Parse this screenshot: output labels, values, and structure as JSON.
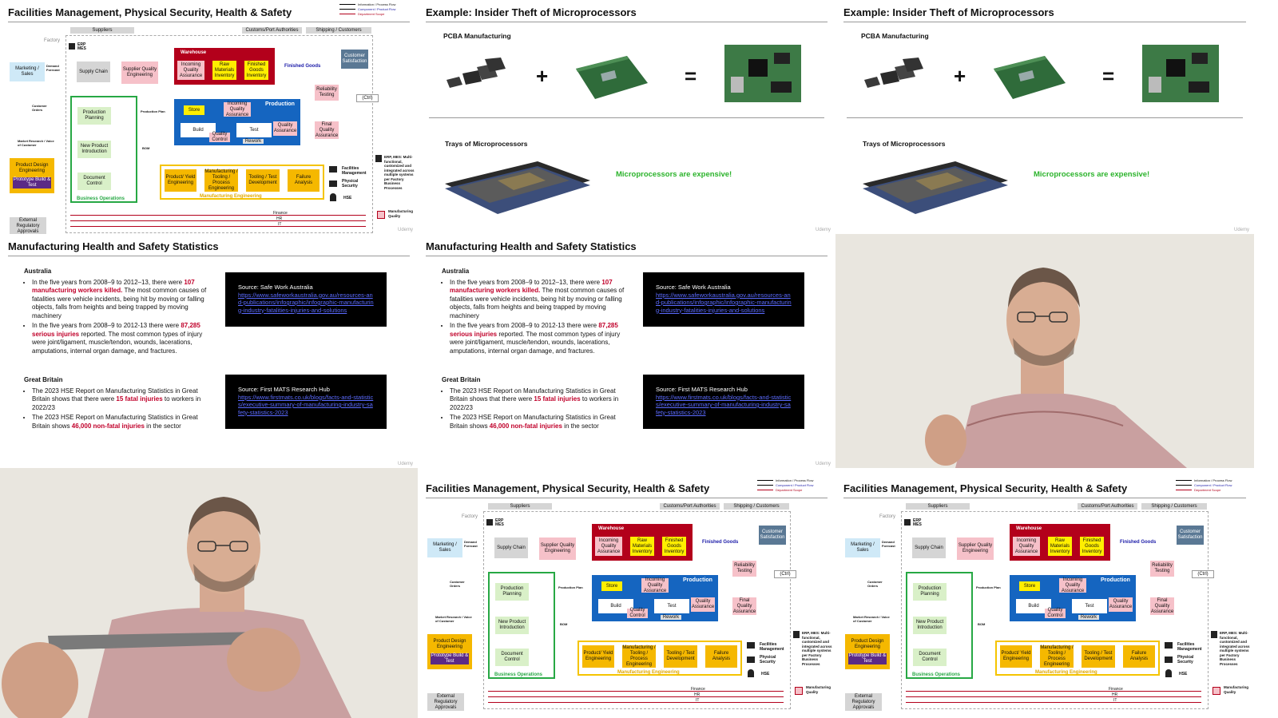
{
  "facilities": {
    "title": "Facilities Management, Physical Security, Health & Safety",
    "legend": [
      "Information / Process Flow",
      "Component / Product Flow",
      "Department Scope"
    ],
    "factory_label": "Factory",
    "erp_mes": "ERP MES",
    "top_boxes": {
      "suppliers": "Suppliers",
      "customs": "Customs/Port Authorities",
      "shipping": "Shipping / Customers"
    },
    "marketing": "Marketing / Sales",
    "demand_forecast": "Demand Forecast",
    "supply_chain": "Supply Chain",
    "supplier_quality": "Supplier Quality Engineering",
    "warehouse": "Warehouse",
    "incoming_qa": "Incoming Quality Assurance",
    "raw_materials": "Raw Materials Inventory",
    "finished_goods_inv": "Finished Goods Inventory",
    "finished_goods": "Finished Goods",
    "customer_satisfaction": "Customer Satisfaction",
    "customer_orders": "Customer Orders",
    "production_planning": "Production Planning",
    "production_plan": "Production Plan",
    "production": "Production",
    "store": "Store",
    "incoming_qa2": "Incoming Quality Assurance",
    "build": "Build",
    "test": "Test",
    "quality_control": "Quality Control",
    "quality_assurance": "Quality Assurance",
    "rework": "Rework",
    "reliability_testing": "Reliability Testing",
    "final_qa": "Final Quality Assurance",
    "ctrl": "(Ctrl)",
    "market_research": "Market Research / Voice of Customer",
    "new_product": "New Product Introduction",
    "bom": "BOM",
    "product_design": "Product Design Engineering",
    "prototype": "Prototype Build & Test",
    "document_control": "Document Control",
    "business_operations": "Business Operations",
    "mfg_eng_boxes": [
      "Product/ Yield Engineering",
      "Manufacturing / Tooling / Process Engineering",
      "Tooling / Test Development",
      "Failure Analysis"
    ],
    "manufacturing_engineering": "Manufacturing Engineering",
    "external": "External Regulatory Approvals",
    "finance": "Finance",
    "hr": "HR",
    "it": "IT",
    "side_legend": {
      "erp_note": "ERP, MES: Multi-functional, customized and integrated across multiple systems per Factory Business Processes",
      "facilities": "Facilities Management",
      "physical": "Physical Security",
      "hse": "HSE",
      "mfg_quality": "Manufacturing Quality"
    }
  },
  "theft": {
    "title": "Example: Insider Theft of Microprocessors",
    "pcba": "PCBA Manufacturing",
    "plus": "+",
    "equals": "=",
    "trays": "Trays of Microprocessors",
    "expensive": "Microprocessors are expensive!"
  },
  "stats": {
    "title": "Manufacturing Health and Safety Statistics",
    "australia": "Australia",
    "au_b1_pre": "In the five years from 2008–9 to 2012–13, there were ",
    "au_b1_red": "107 manufacturing workers killed.",
    "au_b1_post": " The most common causes of fatalities were vehicle incidents, being hit by moving or falling objects, falls from heights and being trapped by moving machinery",
    "au_b2_pre": "In the five years from 2008–9 to 2012-13 there were ",
    "au_b2_red": "87,285 serious injuries",
    "au_b2_post": " reported. The most common types of injury were joint/ligament, muscle/tendon, wounds, lacerations, amputations, internal organ damage, and fractures.",
    "au_source": "Source: Safe Work Australia",
    "au_link": "https://www.safeworkaustralia.gov.au/resources-and-publications/infographic/infographic-manufacturing-industry-fatalities-injuries-and-solutions",
    "gb": "Great Britain",
    "gb_b1_pre": "The 2023 HSE Report on Manufacturing Statistics in Great Britain shows that there were ",
    "gb_b1_red": "15 fatal injuries",
    "gb_b1_post": " to workers in 2022/23",
    "gb_b2_pre": "The 2023 HSE Report on Manufacturing Statistics in Great Britain shows ",
    "gb_b2_red": "46,000 non-fatal injuries",
    "gb_b2_post": " in the sector",
    "gb_source": "Source: First MATS Research Hub",
    "gb_link": "https://www.firstmats.co.uk/blogs/facts-and-statistics/executive-summary-of-manufacturing-industry-safety-statistics-2023"
  },
  "watermark": "Udemy",
  "colors": {
    "warehouse": "#b3001b",
    "production": "#1565c0",
    "green": "#27a844",
    "mfg_yellow": "#f5c400",
    "product_design": "#f5b800",
    "prototype": "#5b2a86",
    "video_bg": "#e8e4dc"
  }
}
